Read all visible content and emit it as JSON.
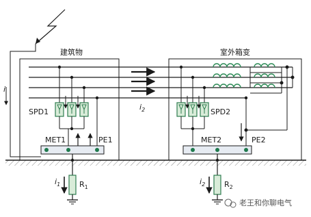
{
  "labels": {
    "building": "建筑物",
    "substation": "室外箱变",
    "spd1": "SPD1",
    "spd2": "SPD2",
    "met1": "MET1",
    "met2": "MET2",
    "pe1": "PE1",
    "pe2": "PE2",
    "r1_main": "R",
    "r1_sub": "1",
    "r2_main": "R",
    "r2_sub": "2",
    "i": "i",
    "i1_main": "i",
    "i1_sub": "1",
    "i2_main": "i",
    "i2_sub": "2",
    "i2_mid_main": "i",
    "i2_mid_sub": "2"
  },
  "watermark": "老王和你聊电气",
  "colors": {
    "line": "#1a1a1a",
    "spd_fill": "#d9ecd9",
    "spd_stroke": "#2e7d4f",
    "inductor": "#2e8b57",
    "terminal": "#1f7a4d",
    "bar_fill": "#e6ebf2",
    "ground": "#222222"
  }
}
